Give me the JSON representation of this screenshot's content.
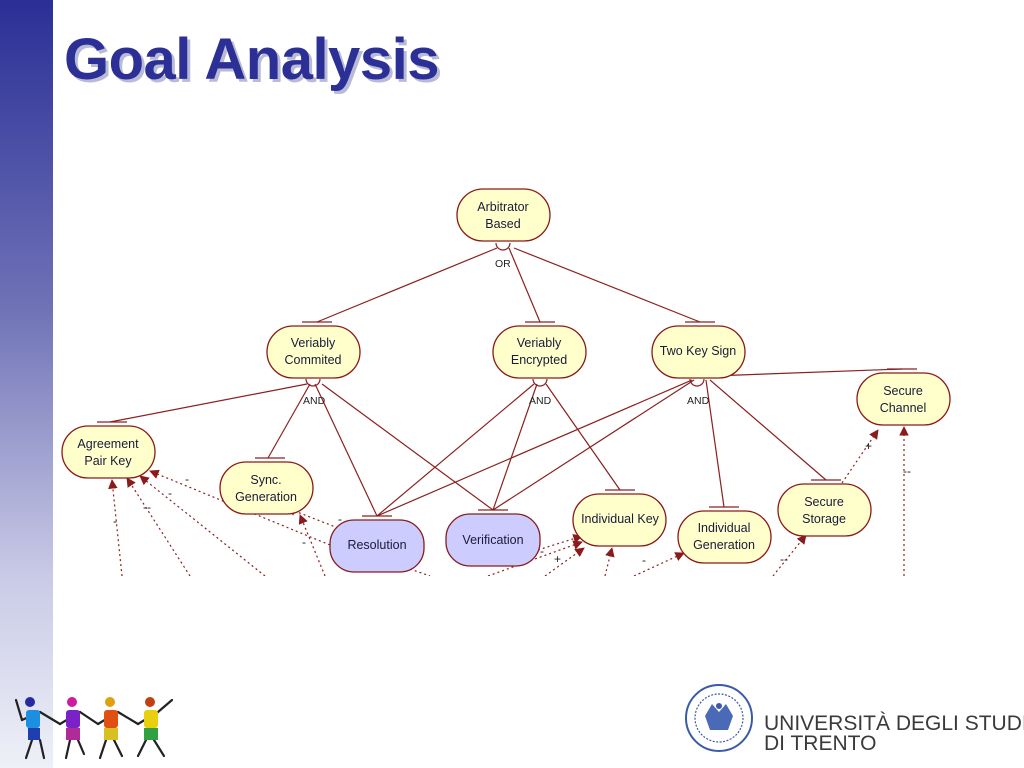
{
  "slide": {
    "title": "Goal Analysis"
  },
  "diagram": {
    "nodes": {
      "arbitrator_based": {
        "kind": "goal",
        "lines": [
          "Arbitrator",
          "Based"
        ]
      },
      "veriably_commited": {
        "kind": "goal",
        "lines": [
          "Veriably",
          "Commited"
        ]
      },
      "veriably_encrypted": {
        "kind": "goal",
        "lines": [
          "Veriably",
          "Encrypted"
        ]
      },
      "two_key_sign": {
        "kind": "goal",
        "lines": [
          "Two Key Sign"
        ]
      },
      "secure_channel": {
        "kind": "goal",
        "lines": [
          "Secure",
          "Channel"
        ]
      },
      "agreement_pair_key": {
        "kind": "goal",
        "lines": [
          "Agreement",
          "Pair Key"
        ]
      },
      "sync_generation": {
        "kind": "goal",
        "lines": [
          "Sync.",
          "Generation"
        ]
      },
      "resolution": {
        "kind": "task",
        "lines": [
          "Resolution"
        ]
      },
      "verification": {
        "kind": "task",
        "lines": [
          "Verification"
        ]
      },
      "individual_key": {
        "kind": "goal",
        "lines": [
          "Individual Key"
        ]
      },
      "individual_generation": {
        "kind": "goal",
        "lines": [
          "Individual",
          "Generation"
        ]
      },
      "secure_storage": {
        "kind": "goal",
        "lines": [
          "Secure",
          "Storage"
        ]
      }
    },
    "decompositions": {
      "arbitrator_or": "OR",
      "commited_and": "AND",
      "encrypted_and": "AND",
      "twokey_and": "AND"
    },
    "contribution_labels": [
      "-",
      "-",
      "--",
      "-",
      "-",
      "-",
      "+",
      "-",
      "--",
      "+",
      "--",
      "-"
    ]
  },
  "branding": {
    "university_line1": "UNIVERSITÀ DEGLI STUDI",
    "university_line2": "DI TRENTO",
    "seal_icon": "university-seal-icon",
    "dancers_icon": "dancing-figures-icon"
  },
  "colors": {
    "title": "#2b2f96",
    "goal_fill": "#ffffcc",
    "task_fill": "#ccccff",
    "edge": "#8b2020"
  }
}
